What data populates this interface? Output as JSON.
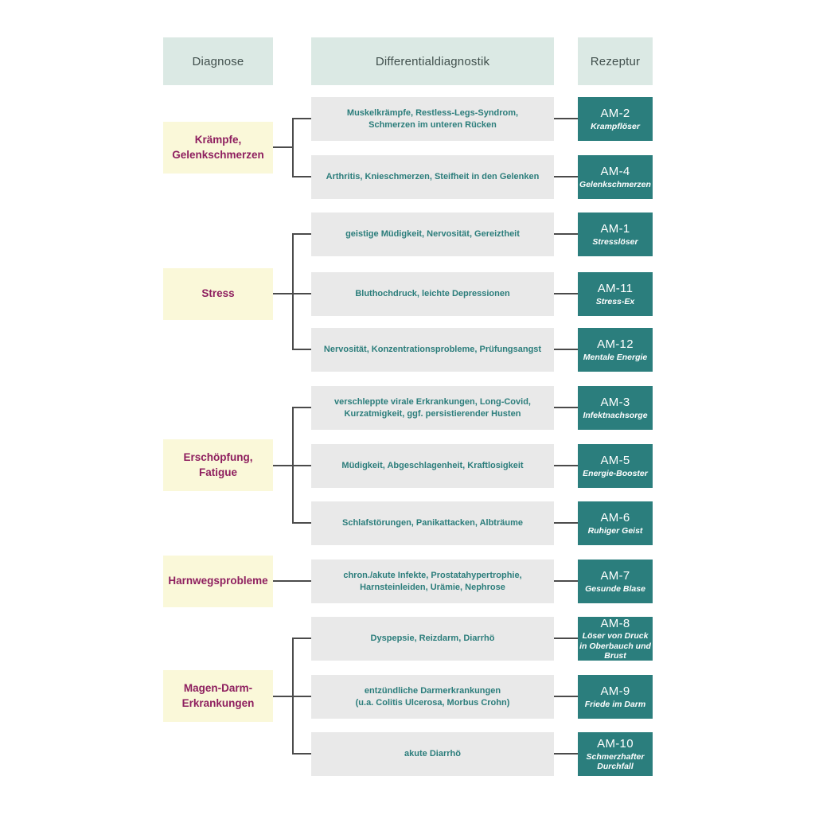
{
  "colors": {
    "header_bg": "#dbe9e4",
    "header_text": "#41504d",
    "diagnosis_bg": "#faf8d9",
    "diagnosis_text": "#8e1f5f",
    "dd_bg": "#e9e9e9",
    "dd_text": "#2b7d7b",
    "recipe_bg": "#2b7e7d",
    "recipe_text": "#ffffff",
    "connector": "#4b4b4b"
  },
  "headers": {
    "diagnose": "Diagnose",
    "differentialdiagnostik": "Differentialdiagnostik",
    "rezeptur": "Rezeptur"
  },
  "groups": [
    {
      "diagnosis": "Krämpfe,\nGelenkschmerzen",
      "rows": [
        {
          "dd": "Muskelkrämpfe, Restless-Legs-Syndrom,\nSchmerzen im unteren Rücken",
          "code": "AM-2",
          "name": "Krampflöser"
        },
        {
          "dd": "Arthritis, Knieschmerzen, Steifheit in den Gelenken",
          "code": "AM-4",
          "name": "Gelenkschmerzen"
        }
      ]
    },
    {
      "diagnosis": "Stress",
      "rows": [
        {
          "dd": "geistige Müdigkeit, Nervosität, Gereiztheit",
          "code": "AM-1",
          "name": "Stresslöser"
        },
        {
          "dd": "Bluthochdruck, leichte Depressionen",
          "code": "AM-11",
          "name": "Stress-Ex"
        },
        {
          "dd": "Nervosität, Konzentrationsprobleme, Prüfungsangst",
          "code": "AM-12",
          "name": "Mentale Energie"
        }
      ]
    },
    {
      "diagnosis": "Erschöpfung,\nFatigue",
      "rows": [
        {
          "dd": "verschleppte virale Erkrankungen, Long-Covid,\nKurzatmigkeit, ggf. persistierender Husten",
          "code": "AM-3",
          "name": "Infektnachsorge"
        },
        {
          "dd": "Müdigkeit, Abgeschlagenheit, Kraftlosigkeit",
          "code": "AM-5",
          "name": "Energie-Booster"
        },
        {
          "dd": "Schlafstörungen, Panikattacken, Albträume",
          "code": "AM-6",
          "name": "Ruhiger Geist"
        }
      ]
    },
    {
      "diagnosis": "Harnwegsprobleme",
      "rows": [
        {
          "dd": "chron./akute Infekte, Prostatahypertrophie,\nHarnsteinleiden, Urämie, Nephrose",
          "code": "AM-7",
          "name": "Gesunde Blase"
        }
      ]
    },
    {
      "diagnosis": "Magen-Darm-\nErkrankungen",
      "rows": [
        {
          "dd": "Dyspepsie, Reizdarm, Diarrhö",
          "code": "AM-8",
          "name": "Löser von Druck\nin Oberbauch und\nBrust"
        },
        {
          "dd": "entzündliche Darmerkrankungen\n(u.a. Colitis Ulcerosa, Morbus Crohn)",
          "code": "AM-9",
          "name": "Friede im Darm"
        },
        {
          "dd": "akute Diarrhö",
          "code": "AM-10",
          "name": "Schmerzhafter\nDurchfall"
        }
      ]
    }
  ]
}
